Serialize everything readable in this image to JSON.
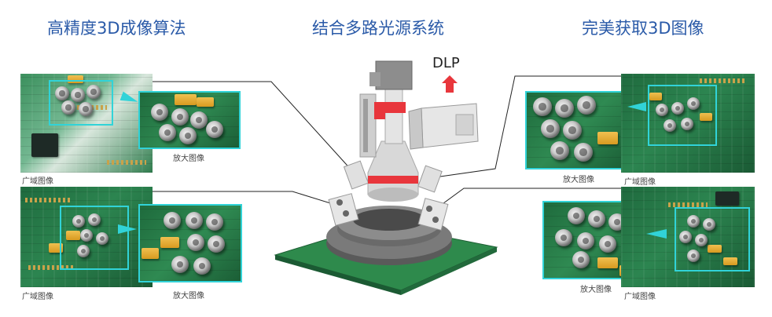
{
  "headings": {
    "left": "高精度3D成像算法",
    "center": "结合多路光源系统",
    "right": "完美获取3D图像"
  },
  "machine": {
    "dlp_label": "DLP"
  },
  "captions": {
    "wide": "广域图像",
    "zoom": "放大图像"
  },
  "colors": {
    "heading": "#2a5aa8",
    "highlight": "#31d3d8",
    "arrow": "#e8363c",
    "pcb": "#2c8550"
  }
}
